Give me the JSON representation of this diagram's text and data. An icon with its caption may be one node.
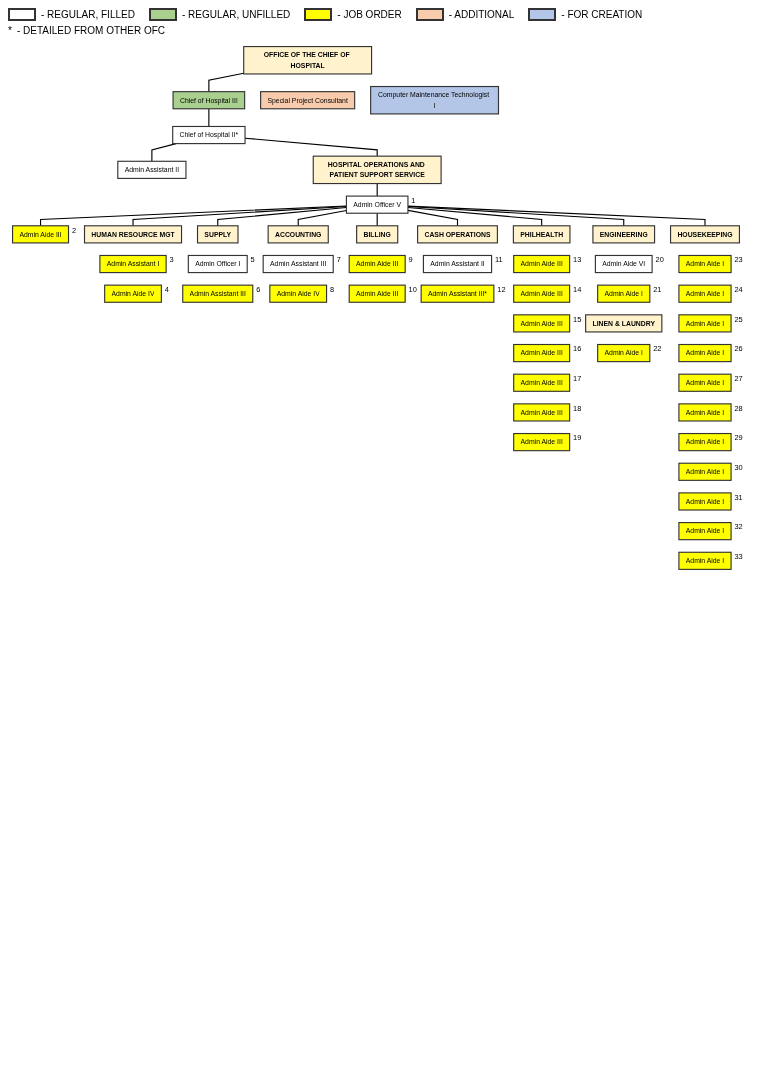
{
  "diagram": {
    "nodes": [
      {
        "text": [
          "OFFICE OF THE CHIEF OF HOSPITAL"
        ]
      },
      {
        "text": [
          "Chief of Hospital III"
        ]
      },
      {
        "text": [
          "Chief of Hospital II*"
        ]
      },
      {
        "text": [
          "Special Project Consultant"
        ]
      },
      {
        "text": [
          "Admin Assistant II"
        ]
      },
      {
        "text": [
          "Computer Maintenance Technologist I"
        ]
      },
      {
        "text": [
          "HOSPITAL OPERATIONS AND PATIENT SUPPORT SERVICE"
        ]
      },
      {
        "text": [
          "Admin Officer V"
        ],
        "beside": [
          "1"
        ]
      },
      {
        "text": [
          "Admin Aide III"
        ],
        "beside": [
          "2"
        ]
      },
      {
        "text": [
          "HUMAN RESOURCE MGT"
        ]
      },
      {
        "text": [
          "SUPPLY"
        ]
      },
      {
        "text": [
          "ACCOUNTING"
        ]
      },
      {
        "text": [
          "BILLING"
        ]
      },
      {
        "text": [
          "CASH OPERATIONS"
        ]
      },
      {
        "text": [
          "PHILHEALTH"
        ]
      },
      {
        "text": [
          "ENGINEERING"
        ]
      },
      {
        "text": [
          "HOUSEKEEPING"
        ]
      },
      {
        "text": [
          "Admin Assistant I"
        ],
        "beside": [
          "3"
        ]
      },
      {
        "text": [
          "Admin Aide IV"
        ],
        "beside": [
          "4"
        ]
      },
      {
        "text": [
          "Admin Officer I"
        ],
        "beside": [
          "5"
        ]
      },
      {
        "text": [
          "Admin Assistant III"
        ],
        "beside": [
          "6"
        ]
      },
      {
        "text": [
          "Admin Assistant III"
        ],
        "beside": [
          "7"
        ]
      },
      {
        "text": [
          "Admin Aide IV"
        ],
        "beside": [
          "8"
        ]
      },
      {
        "text": [
          "Admin Aide III"
        ],
        "beside": [
          "9"
        ]
      },
      {
        "text": [
          "Admin Aide III"
        ],
        "beside": [
          "10"
        ]
      },
      {
        "text": [
          "Admin Assistant II"
        ],
        "beside": [
          "11"
        ]
      },
      {
        "text": [
          "Admin Assistant III*"
        ],
        "beside": [
          "12"
        ]
      },
      {
        "text": [
          "Admin Aide III"
        ],
        "beside": [
          "13"
        ]
      },
      {
        "text": [
          "Admin Aide III"
        ],
        "beside": [
          "14"
        ]
      },
      {
        "text": [
          "Admin Aide III"
        ],
        "beside": [
          "15"
        ]
      },
      {
        "text": [
          "Admin Aide III"
        ],
        "beside": [
          "16"
        ]
      },
      {
        "text": [
          "Admin Aide III"
        ],
        "beside": [
          "17"
        ]
      },
      {
        "text": [
          "Admin Aide III"
        ],
        "beside": [
          "18"
        ]
      },
      {
        "text": [
          "Admin Aide III"
        ],
        "beside": [
          "19"
        ]
      },
      {
        "text": [
          "Admin Aide VI"
        ],
        "beside": [
          "20"
        ]
      },
      {
        "text": [
          "Admin Aide I"
        ],
        "beside": [
          "21"
        ]
      },
      {
        "text": [
          "LINEN & LAUNDRY"
        ]
      },
      {
        "text": [
          "Admin Aide I"
        ],
        "beside": [
          "22"
        ]
      },
      {
        "text": [
          "Admin Aide I"
        ],
        "beside": [
          "23"
        ]
      },
      {
        "text": [
          "Admin Aide I"
        ],
        "beside": [
          "24"
        ]
      },
      {
        "text": [
          "Admin Aide I"
        ],
        "beside": [
          "25"
        ]
      },
      {
        "text": [
          "Admin Aide I"
        ],
        "beside": [
          "26"
        ]
      },
      {
        "text": [
          "Admin Aide I"
        ],
        "beside": [
          "27"
        ]
      },
      {
        "text": [
          "Admin Aide I"
        ],
        "beside": [
          "28"
        ]
      },
      {
        "text": [
          "Admin Aide I"
        ],
        "beside": [
          "29"
        ]
      },
      {
        "text": [
          "Admin Aide I"
        ],
        "beside": [
          "30"
        ]
      },
      {
        "text": [
          "Admin Aide I"
        ],
        "beside": [
          "31"
        ]
      },
      {
        "text": [
          "Admin Aide I"
        ],
        "beside": [
          "32"
        ]
      },
      {
        "text": [
          "Admin Aide I"
        ],
        "beside": [
          "33"
        ]
      }
    ],
    "edges": [
      {
        "from": 0,
        "to": 1,
        "arrow": "none"
      },
      {
        "from": 1,
        "to": 2,
        "arrow": "none"
      },
      {
        "from": 2,
        "to": 4,
        "arrow": "none"
      },
      {
        "from": 2,
        "to": 6,
        "arrow": "none"
      },
      {
        "from": 6,
        "to": 7,
        "arrow": "none"
      },
      {
        "from": 7,
        "to": 8,
        "arrow": "none"
      },
      {
        "from": 7,
        "to": 9,
        "arrow": "none"
      },
      {
        "from": 7,
        "to": 10,
        "arrow": "none"
      },
      {
        "from": 7,
        "to": 11,
        "arrow": "none"
      },
      {
        "from": 7,
        "to": 12,
        "arrow": "none"
      },
      {
        "from": 7,
        "to": 13,
        "arrow": "none"
      },
      {
        "from": 7,
        "to": 14,
        "arrow": "none"
      },
      {
        "from": 7,
        "to": 15,
        "arrow": "none"
      },
      {
        "from": 7,
        "to": 16,
        "arrow": "none"
      }
    ],
    "labels": [
      "*"
    ],
    "legend": [
      {
        "text": "- REGULAR, FILLED",
        "color": "#ffffff"
      },
      {
        "text": "- REGULAR, UNFILLED",
        "color": "#a9d08e"
      },
      {
        "text": "- JOB ORDER",
        "color": "#ffff00"
      },
      {
        "text": "- ADDITIONAL",
        "color": "#f8cbad"
      },
      {
        "text": "- FOR CREATION",
        "color": "#b4c6e7"
      },
      {
        "text": "- DETAILED FROM OTHER OFC"
      }
    ]
  }
}
